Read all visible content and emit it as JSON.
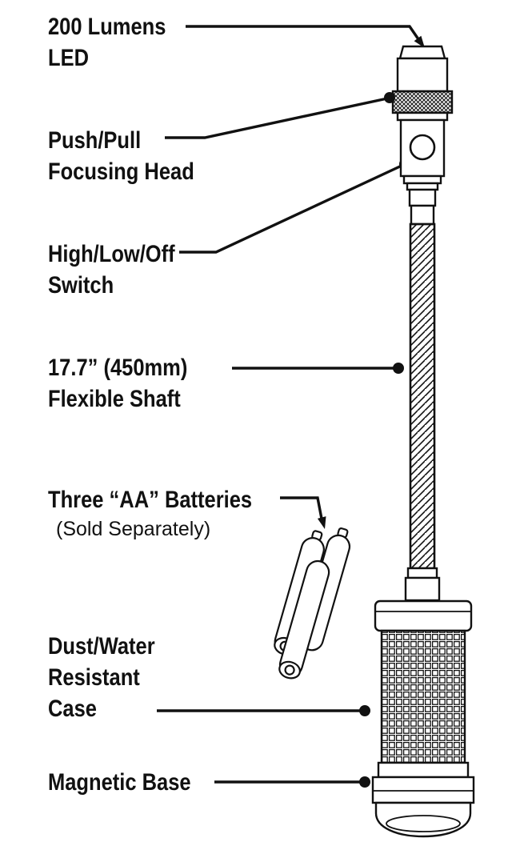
{
  "diagram": {
    "subject": "flexible-flashlight-feature-callouts",
    "colors": {
      "ink": "#111111",
      "background": "#ffffff"
    },
    "labels": {
      "led": {
        "line1": "200 Lumens",
        "line2": "LED"
      },
      "focusing_head": {
        "line1": "Push/Pull",
        "line2": "Focusing Head"
      },
      "switch": {
        "line1": "High/Low/Off",
        "line2": "Switch"
      },
      "shaft": {
        "line1": "17.7” (450mm)",
        "line2": "Flexible Shaft"
      },
      "batteries": {
        "line1": "Three “AA” Batteries",
        "note": "(Sold Separately)"
      },
      "case": {
        "line1": "Dust/Water",
        "line2": "Resistant",
        "line3": "Case"
      },
      "base": {
        "line1": "Magnetic Base"
      }
    }
  }
}
